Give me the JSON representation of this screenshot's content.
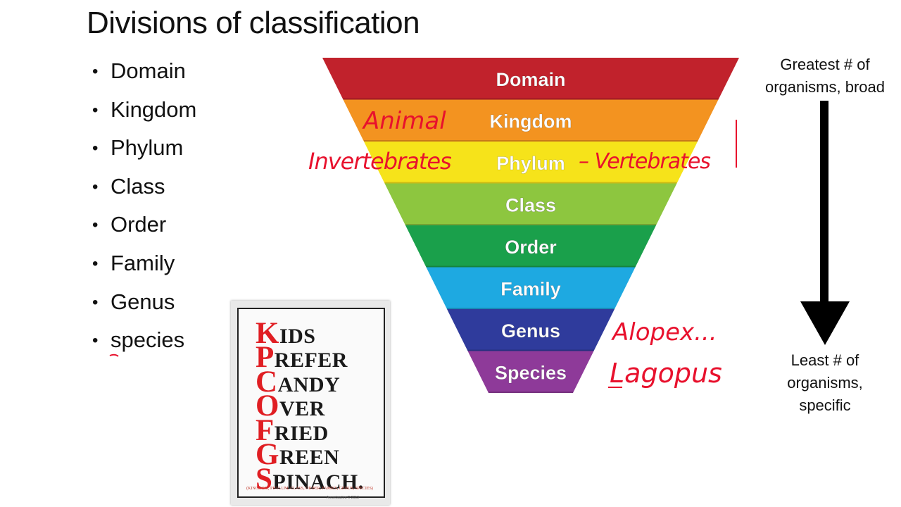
{
  "slide": {
    "title": "Divisions of classification",
    "bullets": [
      "Domain",
      "Kingdom",
      "Phylum",
      "Class",
      "Order",
      "Family",
      "Genus",
      "species"
    ]
  },
  "pyramid": {
    "levels": [
      {
        "label": "Domain",
        "color": "#c1222c"
      },
      {
        "label": "Kingdom",
        "color": "#f39320"
      },
      {
        "label": "Phylum",
        "color": "#f6e31a"
      },
      {
        "label": "Class",
        "color": "#8dc63f"
      },
      {
        "label": "Order",
        "color": "#1aa04b"
      },
      {
        "label": "Family",
        "color": "#1ea9e1"
      },
      {
        "label": "Genus",
        "color": "#2f3b9c"
      },
      {
        "label": "Species",
        "color": "#8e3a99"
      }
    ]
  },
  "side": {
    "top_line1": "Greatest # of",
    "top_line2": "organisms, broad",
    "bottom_line1": "Least # of",
    "bottom_line2": "organisms,",
    "bottom_line3": "specific"
  },
  "annotations": {
    "kingdom": "Animal",
    "phylum_left": "Invertebrates",
    "phylum_right": "– Vertebrates",
    "genus1": "Alopex...",
    "genus2": "Lagopus"
  },
  "poster": {
    "lines": [
      {
        "cap": "K",
        "rest": "IDS"
      },
      {
        "cap": "P",
        "rest": "REFER"
      },
      {
        "cap": "C",
        "rest": "ANDY"
      },
      {
        "cap": "O",
        "rest": "VER"
      },
      {
        "cap": "F",
        "rest": "RIED"
      },
      {
        "cap": "G",
        "rest": "REEN"
      },
      {
        "cap": "S",
        "rest": "PINACH."
      }
    ],
    "footer": "(KINGDOM, PHYLUM, CLASS, ORDER, FAMILY, GENUS, SPECIES)",
    "copyright": "Amoebaultra © 2013"
  },
  "colors": {
    "ink": "#e8112d",
    "text": "#111111"
  }
}
